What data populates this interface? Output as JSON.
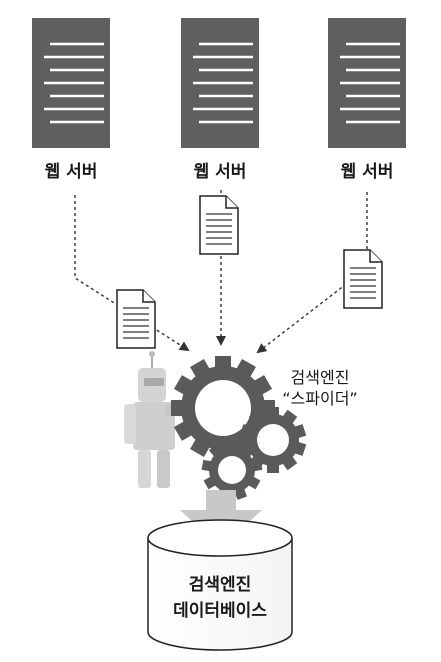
{
  "servers": [
    {
      "label": "웹 서버"
    },
    {
      "label": "웹 서버"
    },
    {
      "label": "웹 서버"
    }
  ],
  "spider": {
    "line1": "검색엔진",
    "line2": "“스파이더”"
  },
  "database": {
    "line1": "검색엔진",
    "line2": "데이터베이스"
  },
  "colors": {
    "server": "#5f5f5f",
    "gear": "#5a5a5a",
    "robot": "#cfcfcf",
    "arrow_down": "#c8c8c8",
    "line": "#333333"
  }
}
